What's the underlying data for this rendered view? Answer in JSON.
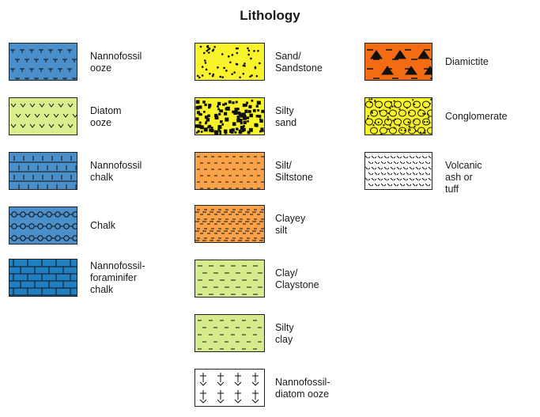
{
  "title": "Lithology",
  "legend": [
    {
      "label": "Nannofossil\nooze",
      "color": "#4a8fc9",
      "pattern": "nannofossil-ooze"
    },
    {
      "label": "Diatom\nooze",
      "color": "#dbee8e",
      "pattern": "diatom-ooze"
    },
    {
      "label": "Nannofossil\nchalk",
      "color": "#4a8fc9",
      "pattern": "nannofossil-chalk"
    },
    {
      "label": "Chalk",
      "color": "#4a8fc9",
      "pattern": "chalk"
    },
    {
      "label": "Nannofossil-\nforaminifer\nchalk",
      "color": "#1f7fc1",
      "pattern": "nannofossil-foraminifer-chalk"
    },
    {
      "label": "Sand/\nSandstone",
      "color": "#f8f32a",
      "pattern": "sand"
    },
    {
      "label": "Silty\nsand",
      "color": "#f8f32a",
      "pattern": "silty-sand"
    },
    {
      "label": "Silt/\nSiltstone",
      "color": "#f9a24a",
      "pattern": "silt"
    },
    {
      "label": "Clayey\nsilt",
      "color": "#f9a24a",
      "pattern": "clayey-silt"
    },
    {
      "label": "Clay/\nClaystone",
      "color": "#d6ec8c",
      "pattern": "clay"
    },
    {
      "label": "Silty\nclay",
      "color": "#d6ec8c",
      "pattern": "silty-clay"
    },
    {
      "label": "Nannofossil-\ndiatom ooze",
      "color": "#ffffff",
      "pattern": "nannofossil-diatom-ooze"
    },
    {
      "label": "Diamictite",
      "color": "#f36b12",
      "pattern": "diamictite"
    },
    {
      "label": "Conglomerate",
      "color": "#f8f32a",
      "pattern": "conglomerate"
    },
    {
      "label": "Volcanic\nash or tuff",
      "color": "#ffffff",
      "pattern": "volcanic-ash"
    }
  ]
}
